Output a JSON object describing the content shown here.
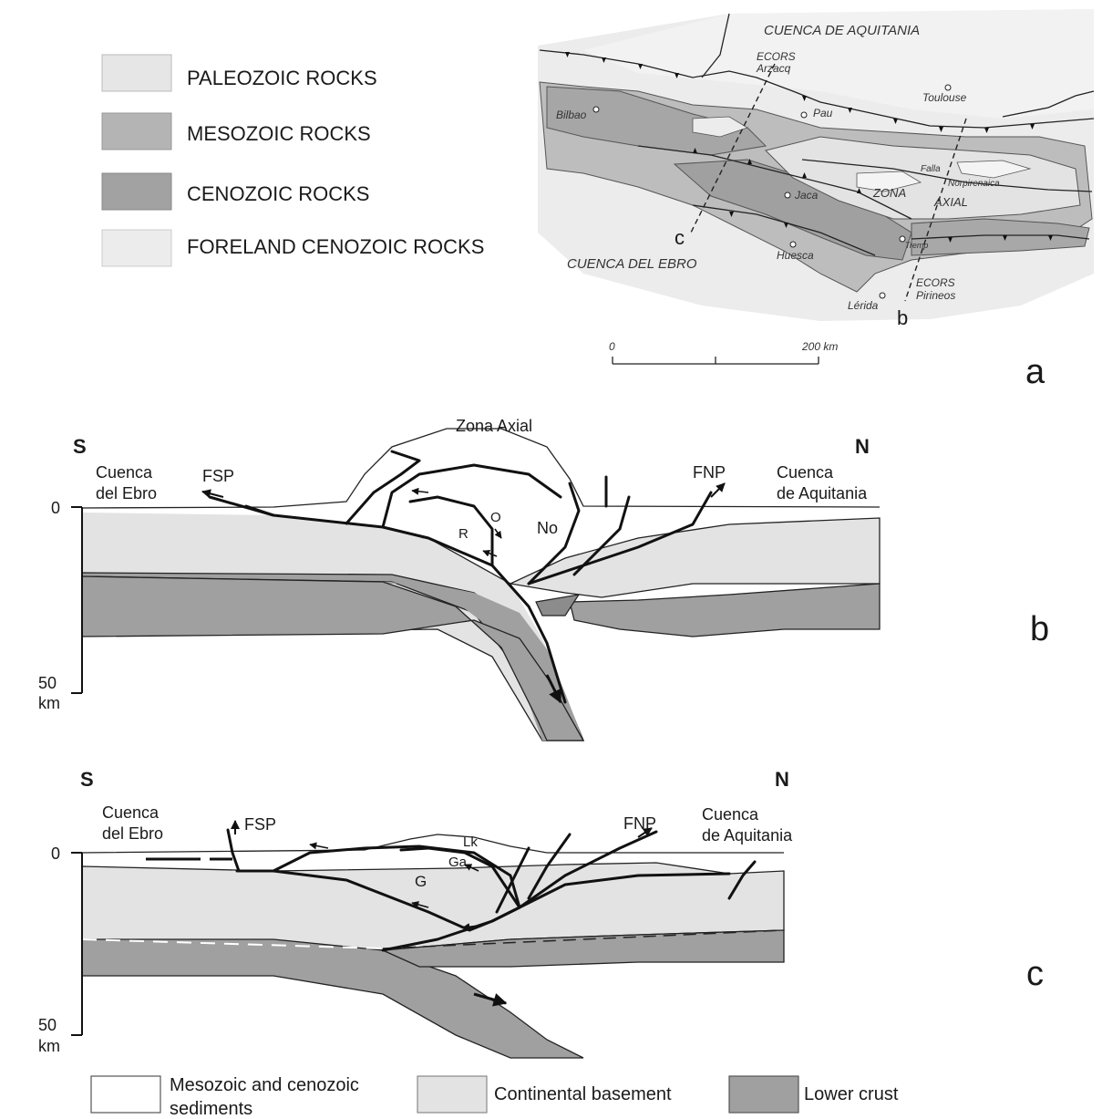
{
  "legend_top": {
    "items": [
      {
        "label": "PALEOZOIC ROCKS",
        "color": "#e6e6e6"
      },
      {
        "label": "MESOZOIC ROCKS",
        "color": "#b4b4b4"
      },
      {
        "label": "CENOZOIC ROCKS",
        "color": "#a2a2a2"
      },
      {
        "label": "FORELAND CENOZOIC ROCKS",
        "color": "#ececec"
      }
    ]
  },
  "map": {
    "panel_letter": "a",
    "regions": {
      "north_basin": "CUENCA  DE  AQUITANIA",
      "south_basin": "CUENCA   DEL   EBRO",
      "zona": "ZONA",
      "axial": "AXIAL"
    },
    "cities": {
      "bilbao": "Bilbao",
      "pau": "Pau",
      "toulouse": "Toulouse",
      "jaca": "Jaca",
      "huesca": "Huesca",
      "tremp": "Tremp",
      "lerida": "Lérida"
    },
    "features": {
      "ecors_arzacq_1": "ECORS",
      "ecors_arzacq_2": "Arzacq",
      "ecors_pirineos_1": "ECORS",
      "ecors_pirineos_2": "Pirineos",
      "falla": "Falla",
      "norpirenaica": "Norpirenaica"
    },
    "section_c": "c",
    "section_b": "b",
    "scale": {
      "start": "0",
      "end": "200 km"
    }
  },
  "section_b": {
    "panel_letter": "b",
    "south": "S",
    "north": "N",
    "title": "Zona Axial",
    "left_basin_1": "Cuenca",
    "left_basin_2": "del Ebro",
    "right_basin_1": "Cuenca",
    "right_basin_2": "de Aquitania",
    "fsp": "FSP",
    "fnp": "FNP",
    "unit_r": "R",
    "unit_o": "O",
    "unit_no": "No",
    "depth_top": "0",
    "depth_bottom": "50",
    "depth_unit": "km"
  },
  "section_c": {
    "panel_letter": "c",
    "south": "S",
    "north": "N",
    "left_basin_1": "Cuenca",
    "left_basin_2": "del Ebro",
    "right_basin_1": "Cuenca",
    "right_basin_2": "de Aquitania",
    "fsp": "FSP",
    "fnp": "FNP",
    "unit_lk": "Lk",
    "unit_ga": "Ga",
    "unit_g": "G",
    "depth_top": "0",
    "depth_bottom": "50",
    "depth_unit": "km"
  },
  "legend_bottom": {
    "items": [
      {
        "label_1": "Mesozoic and cenozoic",
        "label_2": "sediments",
        "color": "#ffffff"
      },
      {
        "label_1": "Continental basement",
        "color": "#e3e3e3"
      },
      {
        "label_1": "Lower crust",
        "color": "#a0a0a0"
      }
    ]
  }
}
